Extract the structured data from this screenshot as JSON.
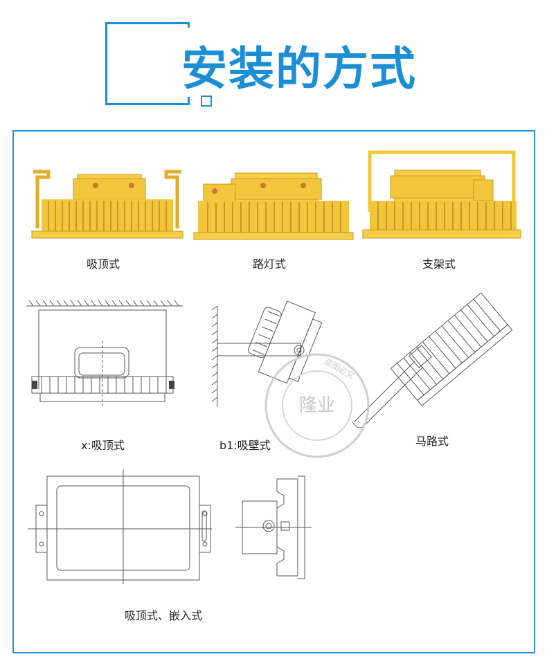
{
  "header": {
    "title": "安装的方式"
  },
  "figures": {
    "ceiling_photo": {
      "caption": "吸顶式"
    },
    "street_photo": {
      "caption": "路灯式"
    },
    "bracket_photo": {
      "caption": "支架式"
    },
    "ceiling_drawing": {
      "caption": "x:吸顶式"
    },
    "wall_drawing": {
      "caption": "b1:吸壁式"
    },
    "pole_drawing": {
      "caption": "马路式"
    },
    "dimension_drawing": {
      "caption": "吸顶式、嵌入式"
    }
  },
  "watermark": {
    "text": "隆业",
    "ring_text": "盗图必究"
  },
  "colors": {
    "accent": "#1a8fd6",
    "lamp_yellow": "#f2c53d",
    "lamp_dark": "#c99a1c",
    "line": "#555555"
  }
}
